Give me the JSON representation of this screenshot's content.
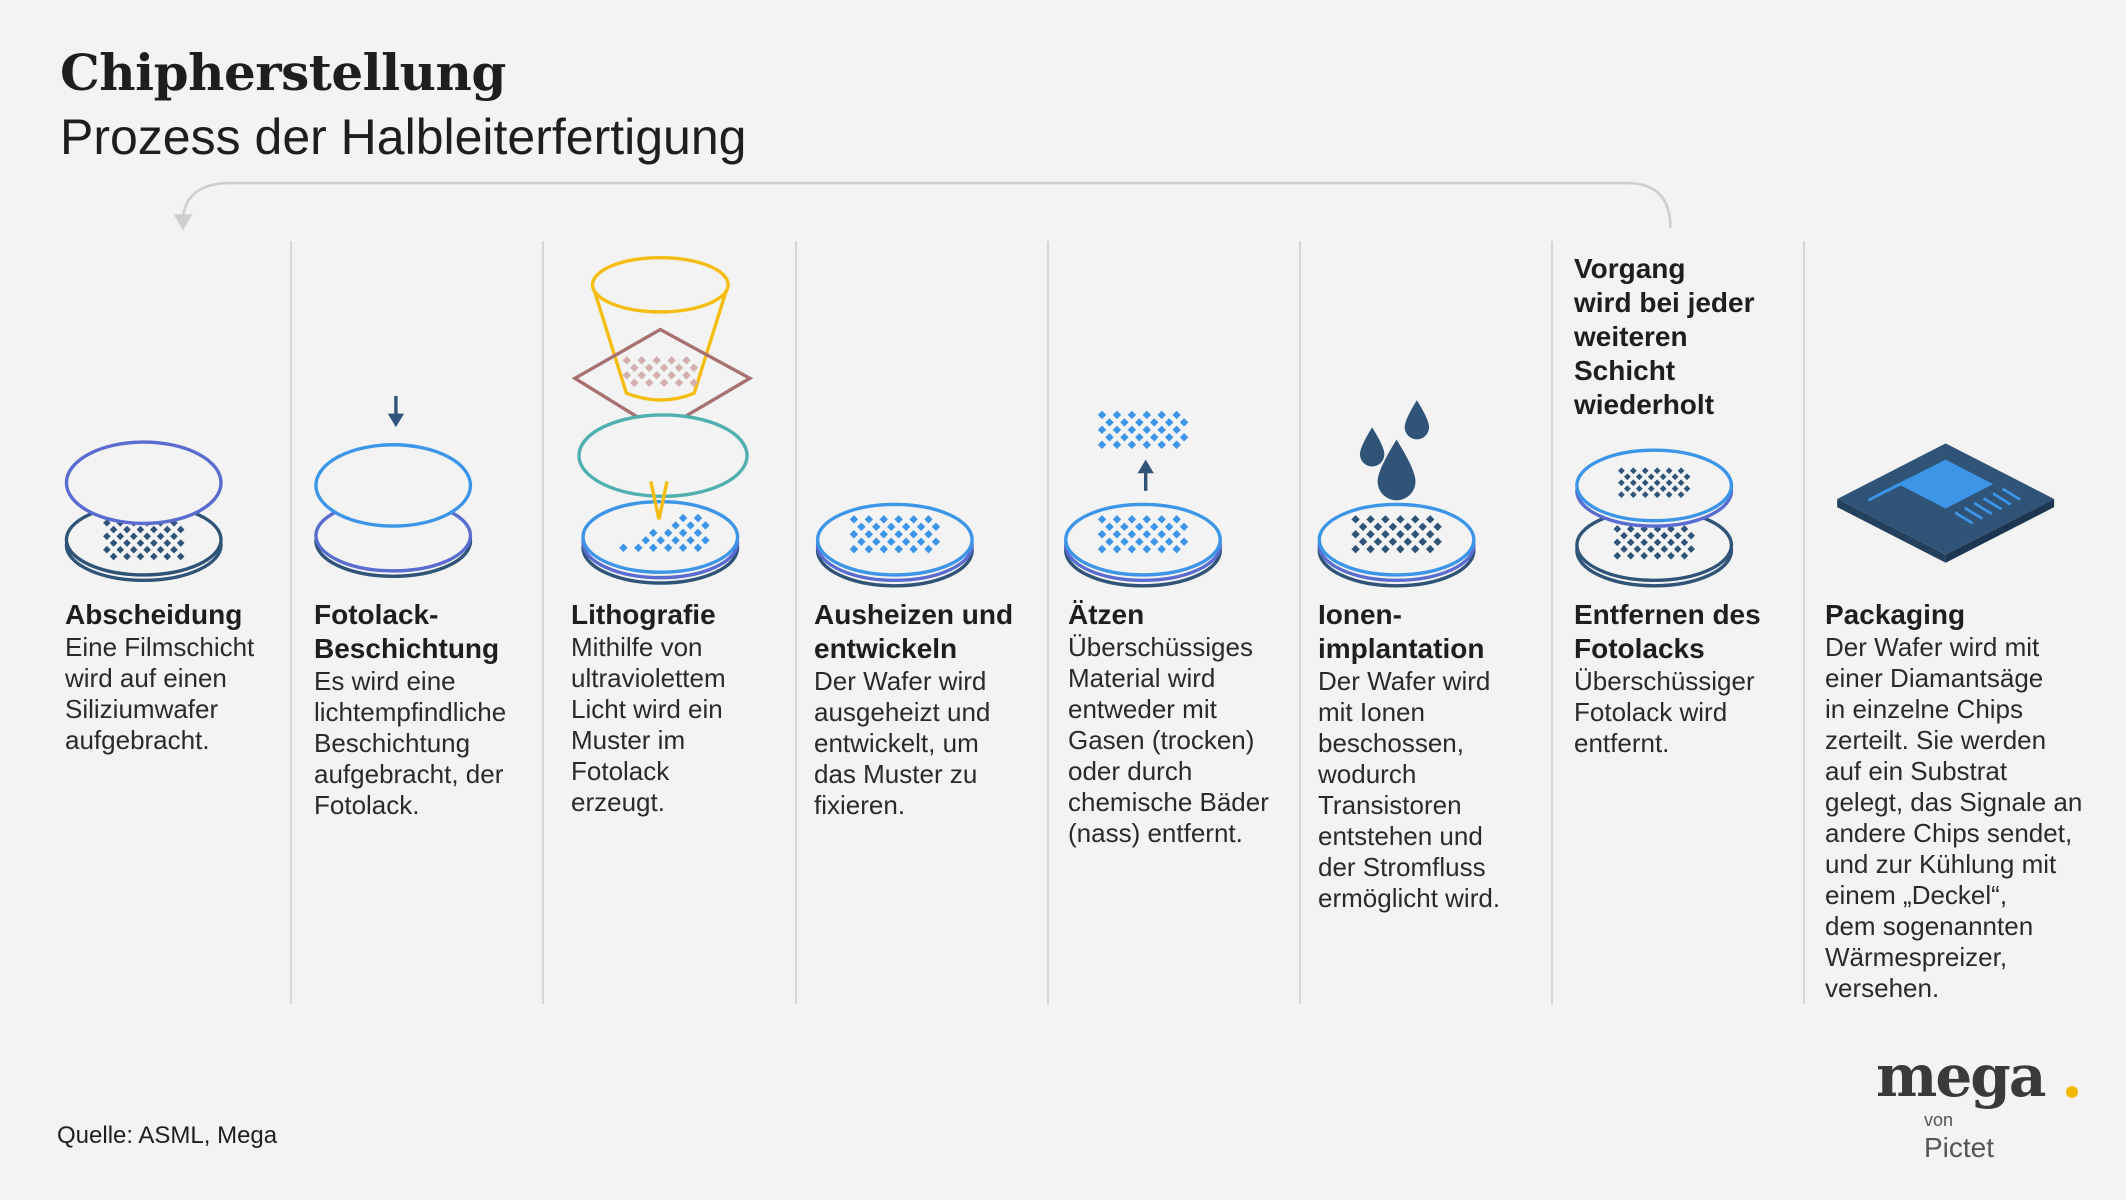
{
  "header": {
    "title": "Chipherstellung",
    "subtitle": "Prozess der Halbleiterfertigung"
  },
  "repeat_note": "Vorgang\nwird bei jeder\nweiteren\nSchicht\nwiederholt",
  "steps": [
    {
      "title": "Abscheidung",
      "text": "Eine Filmschicht\nwird auf einen\nSiliziumwafer\naufgebracht."
    },
    {
      "title": "Fotolack-\nBeschichtung",
      "text": "Es wird eine\nlichtempfindliche\nBeschichtung\naufgebracht, der\nFotolack."
    },
    {
      "title": "Lithografie",
      "text": "Mithilfe von\nultraviolettem\nLicht wird ein\nMuster im\nFotolack\nerzeugt."
    },
    {
      "title": "Ausheizen und\nentwickeln",
      "text": "Der Wafer wird\nausgeheizt und\nentwickelt, um\ndas Muster zu\nfixieren."
    },
    {
      "title": "Ätzen",
      "text": "Überschüssiges\nMaterial wird\nentweder mit\nGasen (trocken)\noder durch\nchemische Bäder\n(nass) entfernt."
    },
    {
      "title": "Ionen-\nimplantation",
      "text": "Der Wafer wird\nmit Ionen\nbeschossen,\nwodurch\nTransistoren\nentstehen und\nder Stromfluss\nermöglicht wird."
    },
    {
      "title": "Entfernen des\nFotolacks",
      "text": "Überschüssiger\nFotolack wird\nentfernt."
    },
    {
      "title": "Packaging",
      "text": "Der Wafer wird mit\neiner Diamantsäge\nin einzelne Chips\nzerteilt. Sie werden\nauf ein Substrat\ngelegt, das Signale an\nandere Chips sendet,\nund zur Kühlung mit\neinem „Deckel“,\ndem sogenannten\nWärmespreizer,\nversehen."
    }
  ],
  "source": "Quelle: ASML, Mega",
  "logo": {
    "brand": "mega",
    "von": "von",
    "company": "Pictet"
  },
  "colors": {
    "dark": "#2f5478",
    "blue": "#3d95e8",
    "purple": "#5a6cd0",
    "yellow": "#f5bd12",
    "teal": "#4fb0ae",
    "mask": "#a87070",
    "background": "#f3f3f3"
  }
}
